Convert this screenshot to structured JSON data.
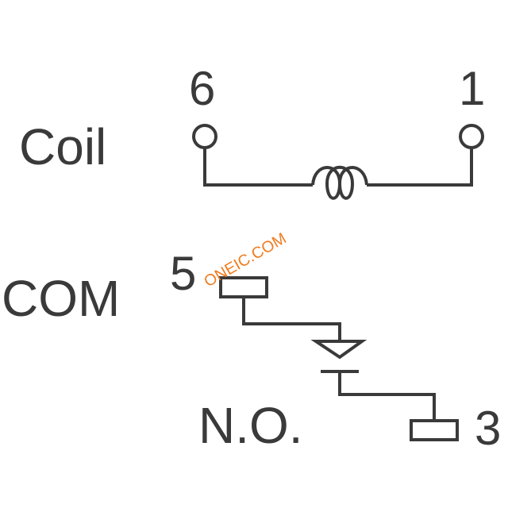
{
  "labels": {
    "coil": "Coil",
    "com": "COM",
    "no": "N.O.",
    "pin_6": "6",
    "pin_1": "1",
    "pin_5": "5",
    "pin_3": "3"
  },
  "watermark": "ONEIC.COM",
  "colors": {
    "line": "#3a3a3a",
    "watermark": "#f07c1e",
    "background": "#ffffff"
  }
}
